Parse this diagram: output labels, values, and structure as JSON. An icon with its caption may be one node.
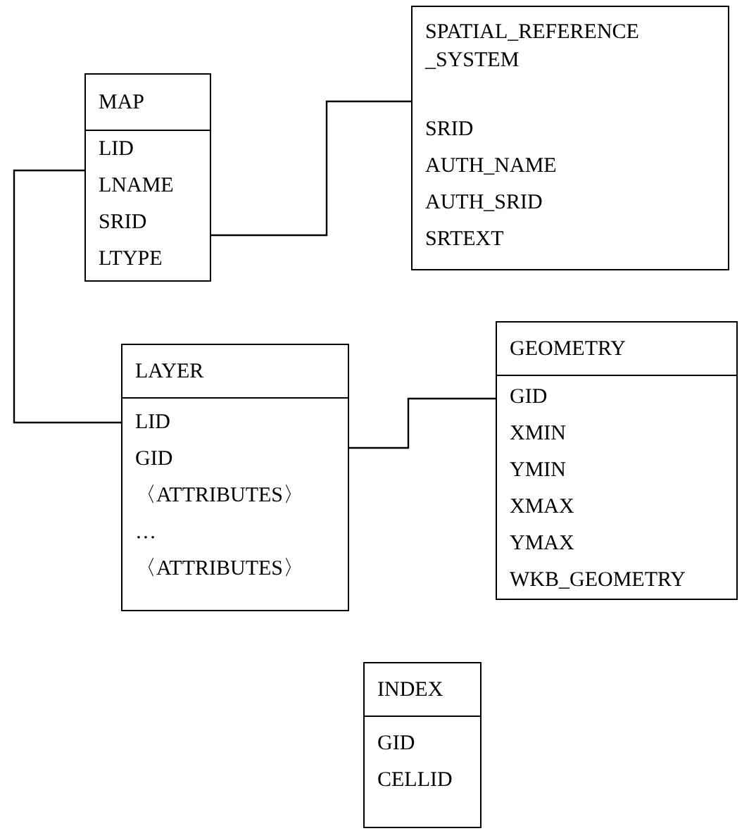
{
  "diagram": {
    "nodes": [
      {
        "text": [
          "MAP",
          "LID",
          "LNAME",
          "SRID",
          "LTYPE"
        ]
      },
      {
        "text": [
          "SPATIAL_REFERENCE _SYSTEM",
          "SRID",
          "AUTH_NAME",
          "AUTH_SRID",
          "SRTEXT"
        ]
      },
      {
        "text": [
          "LAYER",
          "LID",
          "GID",
          "〈ATTRIBUTES〉",
          "…",
          "〈ATTRIBUTES〉"
        ]
      },
      {
        "text": [
          "GEOMETRY",
          "GID",
          "XMIN",
          "YMIN",
          "XMAX",
          "YMAX",
          "WKB_GEOMETRY"
        ]
      },
      {
        "text": [
          "INDEX",
          "GID",
          "CELLID"
        ]
      }
    ],
    "edges": [
      {
        "from": 0,
        "to": 2,
        "arrow": "none"
      },
      {
        "from": 0,
        "to": 1,
        "arrow": "none"
      },
      {
        "from": 2,
        "to": 3,
        "arrow": "none"
      }
    ]
  }
}
